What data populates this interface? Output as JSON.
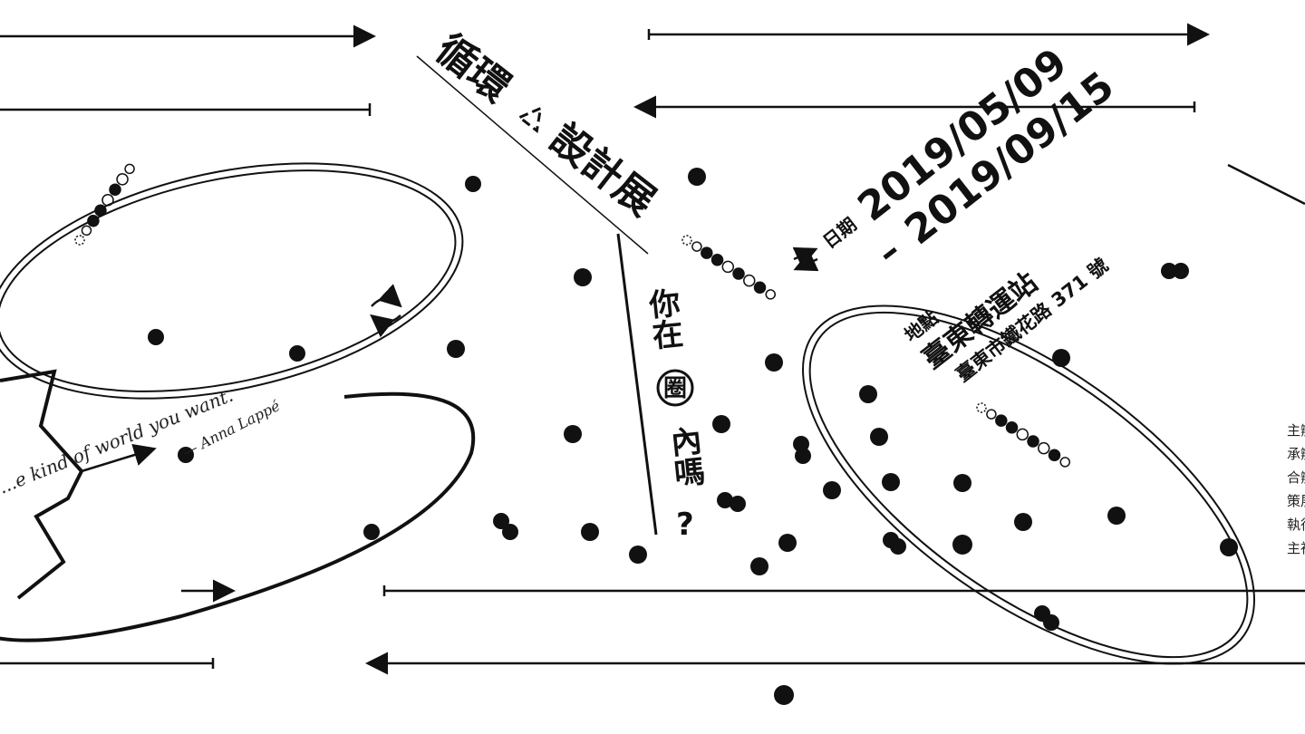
{
  "poster": {
    "title_part1": "循環",
    "title_part2": "設計展",
    "subtitle_top": "你在",
    "subtitle_circle": "圈",
    "subtitle_bottom": "內嗎",
    "subtitle_q": "?",
    "date_label": "日期",
    "date_start": "2019/05/09",
    "date_sep": "–",
    "date_end": "2019/09/15",
    "location_label": "地點",
    "location_name": "臺東轉運站",
    "location_address": "臺東市鐵花路 371 號",
    "quote": "...e kind of world you want.",
    "quote_author": "— Anna Lappé",
    "credits": [
      "主辦",
      "承辦",
      "合辦",
      "策展",
      "執行",
      "主視"
    ]
  },
  "colors": {
    "ink": "#111111",
    "background": "#ffffff"
  }
}
